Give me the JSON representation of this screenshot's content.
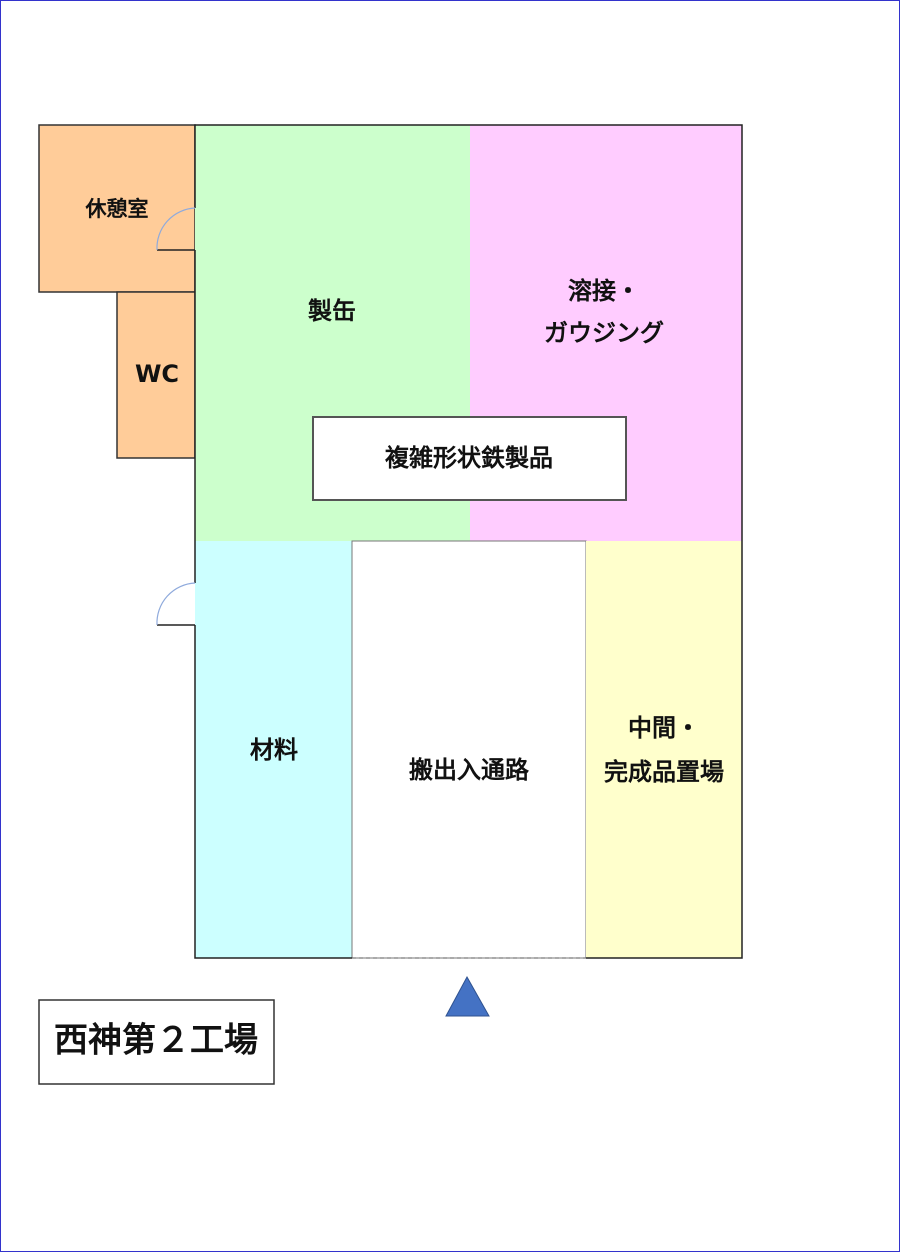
{
  "colors": {
    "rest_area": "#FFCC99",
    "fabrication": "#CCFFCC",
    "welding": "#FFCCFF",
    "material": "#CCFFFF",
    "storage": "#FFFFCC",
    "entrance_marker": "#4472C4",
    "door_arc": "#8FAADC",
    "page_border": "#3333CC"
  },
  "rooms": {
    "rest_room": "休憩室",
    "wc": "WC",
    "fabrication": "製缶",
    "welding_line1": "溶接・",
    "welding_line2": "ガウジング",
    "product": "複雑形状鉄製品",
    "material": "材料",
    "aisle": "搬出入通路",
    "storage_line1": "中間・",
    "storage_line2": "完成品置場"
  },
  "title": "西神第２工場",
  "icons": {
    "entrance": "triangle-up-icon",
    "doors": "door-swing-icon"
  }
}
